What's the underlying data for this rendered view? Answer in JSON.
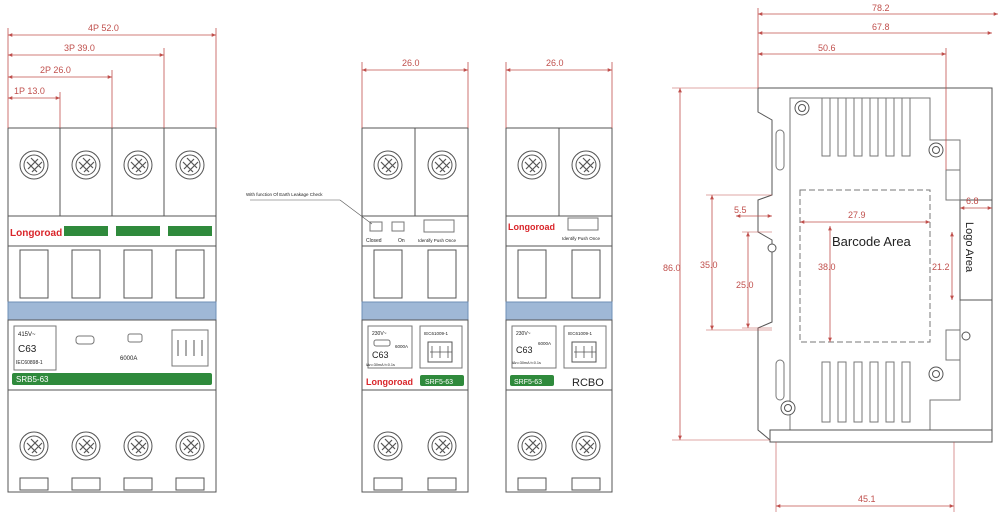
{
  "colors": {
    "dimension": "#c0504d",
    "outline": "#555555",
    "accent_red": "#d9252a",
    "accent_green": "#2f8a3c",
    "rail_blue": "#9fb8d6",
    "dark_text": "#222222"
  },
  "icons": [
    "screw-terminal-icon",
    "test-button-icon",
    "mounting-hole-icon"
  ],
  "dimensions": {
    "four_pole": "4P  52.0",
    "three_pole": "3P  39.0",
    "two_pole": "2P  26.0",
    "one_pole": "1P 13.0",
    "rcd_width": "26.0",
    "rcbo_width": "26.0",
    "side_78": "78.2",
    "side_67": "67.8",
    "side_50": "50.6",
    "side_86": "86.0",
    "side_35": "35.0",
    "side_25": "25.0",
    "side_55": "5.5",
    "side_279": "27.9",
    "side_380": "38.0",
    "side_68": "6.8",
    "side_212": "21.2",
    "side_451": "45.1"
  },
  "mcb": {
    "brand": "Longoroad",
    "voltage": "415V~",
    "rating": "C63",
    "standard": "IEC60898-1",
    "breaking": "6000A",
    "model": "SRB5-63"
  },
  "rcd": {
    "note": "With function Of Earth Leakage Check",
    "label_closed": "Closed",
    "label_on": "On",
    "label_push": "Identify Push Once",
    "voltage": "230V~",
    "rating": "C63",
    "breaking": "6000A",
    "standard": "IEC61009-1",
    "spec": "I∆n=30mA  t<0.1s",
    "brand": "Longoroad",
    "model": "SRF5-63"
  },
  "rcbo": {
    "brand": "Longoroad",
    "label_push": "Identify Push Once",
    "voltage": "230V~",
    "rating": "C63",
    "breaking": "6000A",
    "standard": "IEC61009-1",
    "spec": "I∆n=30mA  t<0.1s",
    "model": "SRF5-63",
    "type": "RCBO"
  },
  "side": {
    "barcode": "Barcode  Area",
    "logo": "Logo  Area"
  }
}
